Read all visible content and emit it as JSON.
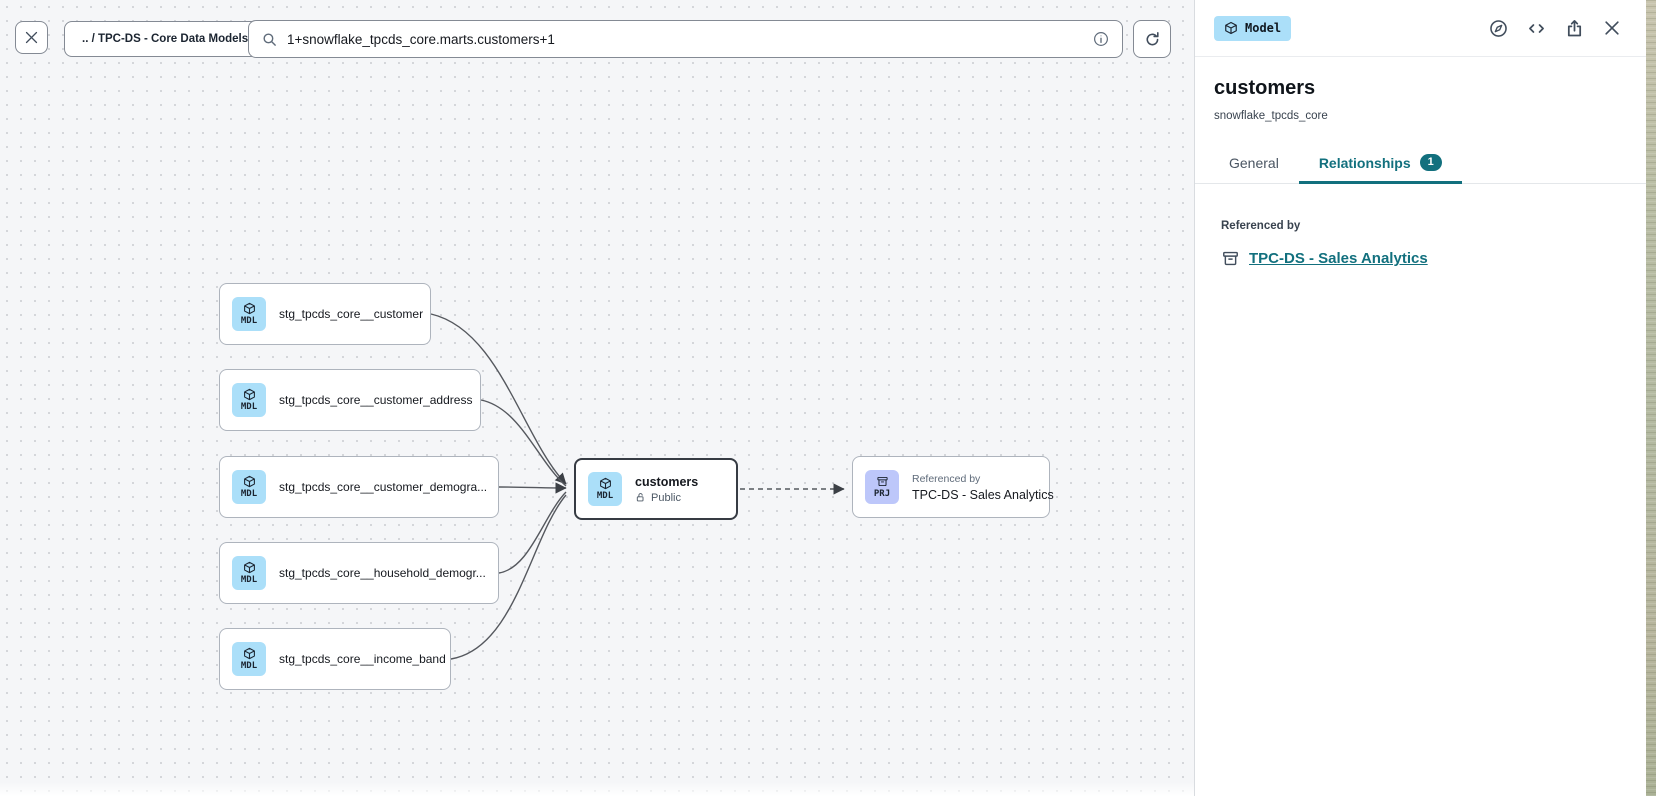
{
  "toolbar": {
    "breadcrumb": ".. / TPC-DS - Core Data Models",
    "search": {
      "value": "1+snowflake_tpcds_core.marts.customers+1"
    }
  },
  "canvas": {
    "upstream_nodes": [
      {
        "badge": "MDL",
        "label": "stg_tpcds_core__customer"
      },
      {
        "badge": "MDL",
        "label": "stg_tpcds_core__customer_address"
      },
      {
        "badge": "MDL",
        "label": "stg_tpcds_core__customer_demogra..."
      },
      {
        "badge": "MDL",
        "label": "stg_tpcds_core__household_demogr..."
      },
      {
        "badge": "MDL",
        "label": "stg_tpcds_core__income_band"
      }
    ],
    "selected_node": {
      "badge": "MDL",
      "label": "customers",
      "visibility": "Public"
    },
    "reference_node": {
      "badge": "PRJ",
      "caption": "Referenced by",
      "label": "TPC-DS - Sales Analytics"
    }
  },
  "panel": {
    "type_badge": "Model",
    "title": "customers",
    "subtitle": "snowflake_tpcds_core",
    "tabs": [
      {
        "label": "General"
      },
      {
        "label": "Relationships",
        "badge": "1"
      }
    ],
    "referenced_by": {
      "section_title": "Referenced by",
      "link_label": "TPC-DS - Sales Analytics"
    }
  },
  "colors": {
    "accent_teal": "#12707e",
    "model_badge_bg": "#abdff9",
    "project_badge_bg": "#bdc7fa",
    "canvas_bg": "#f5f6f8",
    "edge_gray": "#55585e"
  }
}
